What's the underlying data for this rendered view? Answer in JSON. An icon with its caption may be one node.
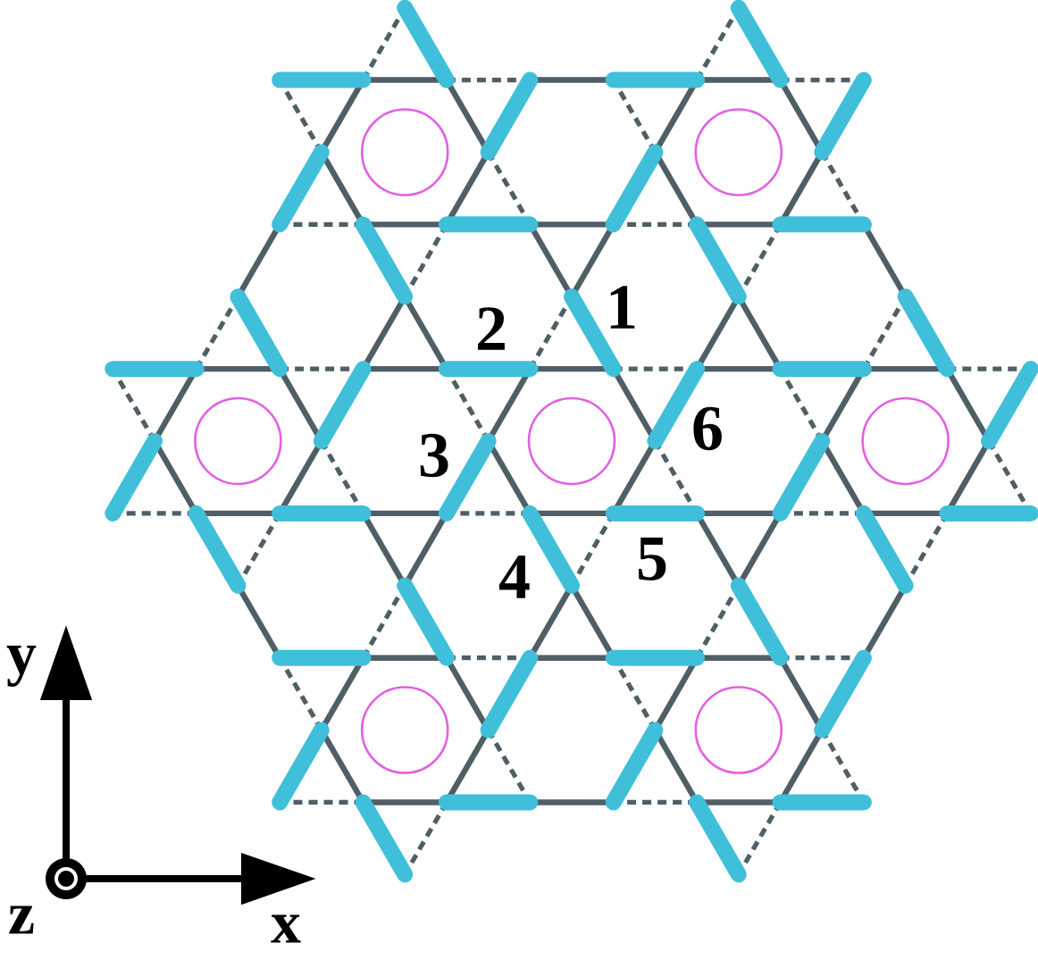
{
  "diagram": {
    "labels": [
      "1",
      "2",
      "6",
      "3",
      "5",
      "4",
      "y",
      "z",
      "x"
    ]
  }
}
